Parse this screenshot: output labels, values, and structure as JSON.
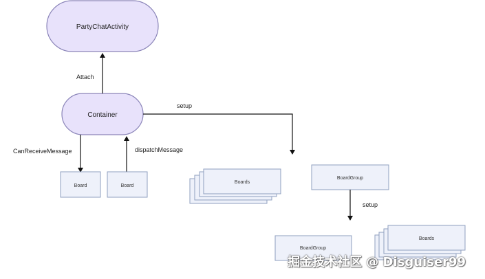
{
  "nodes": {
    "party_chat_activity": "PartyChatActivity",
    "container": "Container",
    "board_left": "Board",
    "board_right": "Board",
    "boards_stack": "Boards",
    "board_group_top": "BoardGroup",
    "board_group_bottom": "BoardGroup",
    "boards_stack_bottom": "Boards"
  },
  "edges": {
    "attach": "Attach",
    "setup_top": "setup",
    "can_receive_message": "CanReceiveMessage",
    "dispatch_message": "dispatchMessage",
    "setup_bottom": "setup"
  },
  "watermark": "掘金技术社区 @ Disguiser99",
  "colors": {
    "pill_fill": "#e8e2fb",
    "pill_stroke": "#8a84b8",
    "box_fill": "#eef1fa",
    "box_stroke": "#8f9fbf",
    "line": "#111111"
  }
}
